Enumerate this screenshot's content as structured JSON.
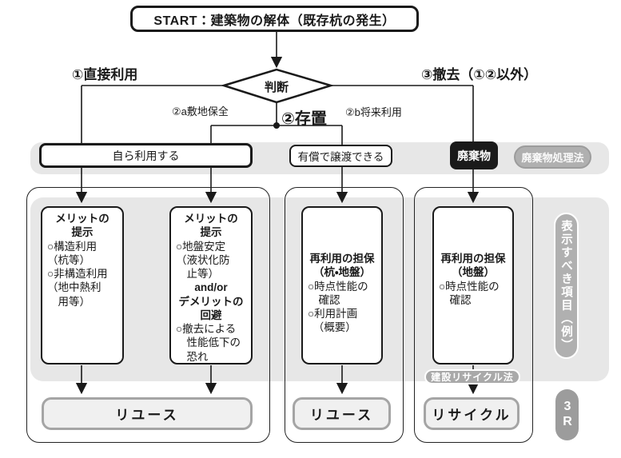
{
  "flow": {
    "start": "START：建築物の解体（既存杭の発生）",
    "decision": "判断",
    "branch1": "①直接利用",
    "branch2": "②存置",
    "branch2a": "②a敷地保全",
    "branch2b": "②b将来利用",
    "branch3": "③撤去（①②以外）"
  },
  "middle_row": {
    "self_use": "自ら利用する",
    "transfer": "有償で譲渡できる",
    "waste": "廃棄物",
    "waste_law": "廃棄物処理法"
  },
  "columns": [
    {
      "heading": "メリットの\n提示",
      "body1": "○構造利用\n（杭等）\n○非構造利用\n（地中熱利\n　用等）"
    },
    {
      "heading": "メリットの\n提示",
      "body1": "○地盤安定\n（液状化防\n　止等）",
      "connector": "and/or",
      "heading2": "デメリットの\n回避",
      "body2": "○撤去による\n　性能低下の\n　恐れ"
    },
    {
      "heading": "再利用の担保\n（杭・地盤）",
      "body1": "○時点性能の\n　確認\n○利用計画\n　（概要）"
    },
    {
      "heading": "再利用の担保\n（地盤）",
      "body1": "○時点性能の\n　確認"
    }
  ],
  "outcomes": {
    "reuse1": "リユース",
    "reuse2": "リユース",
    "recycle": "リサイクル"
  },
  "recycle_law": "建設リサイクル法",
  "side_label": "表示すべき項目（例）",
  "three_r": "3R",
  "colors": {
    "panel_gray": "#e7e7e7",
    "pill_gray": "#b0b0b0",
    "ink": "#1a1a1a",
    "bar_fill": "#f0f0f0",
    "bar_border": "#a5a5a5"
  }
}
